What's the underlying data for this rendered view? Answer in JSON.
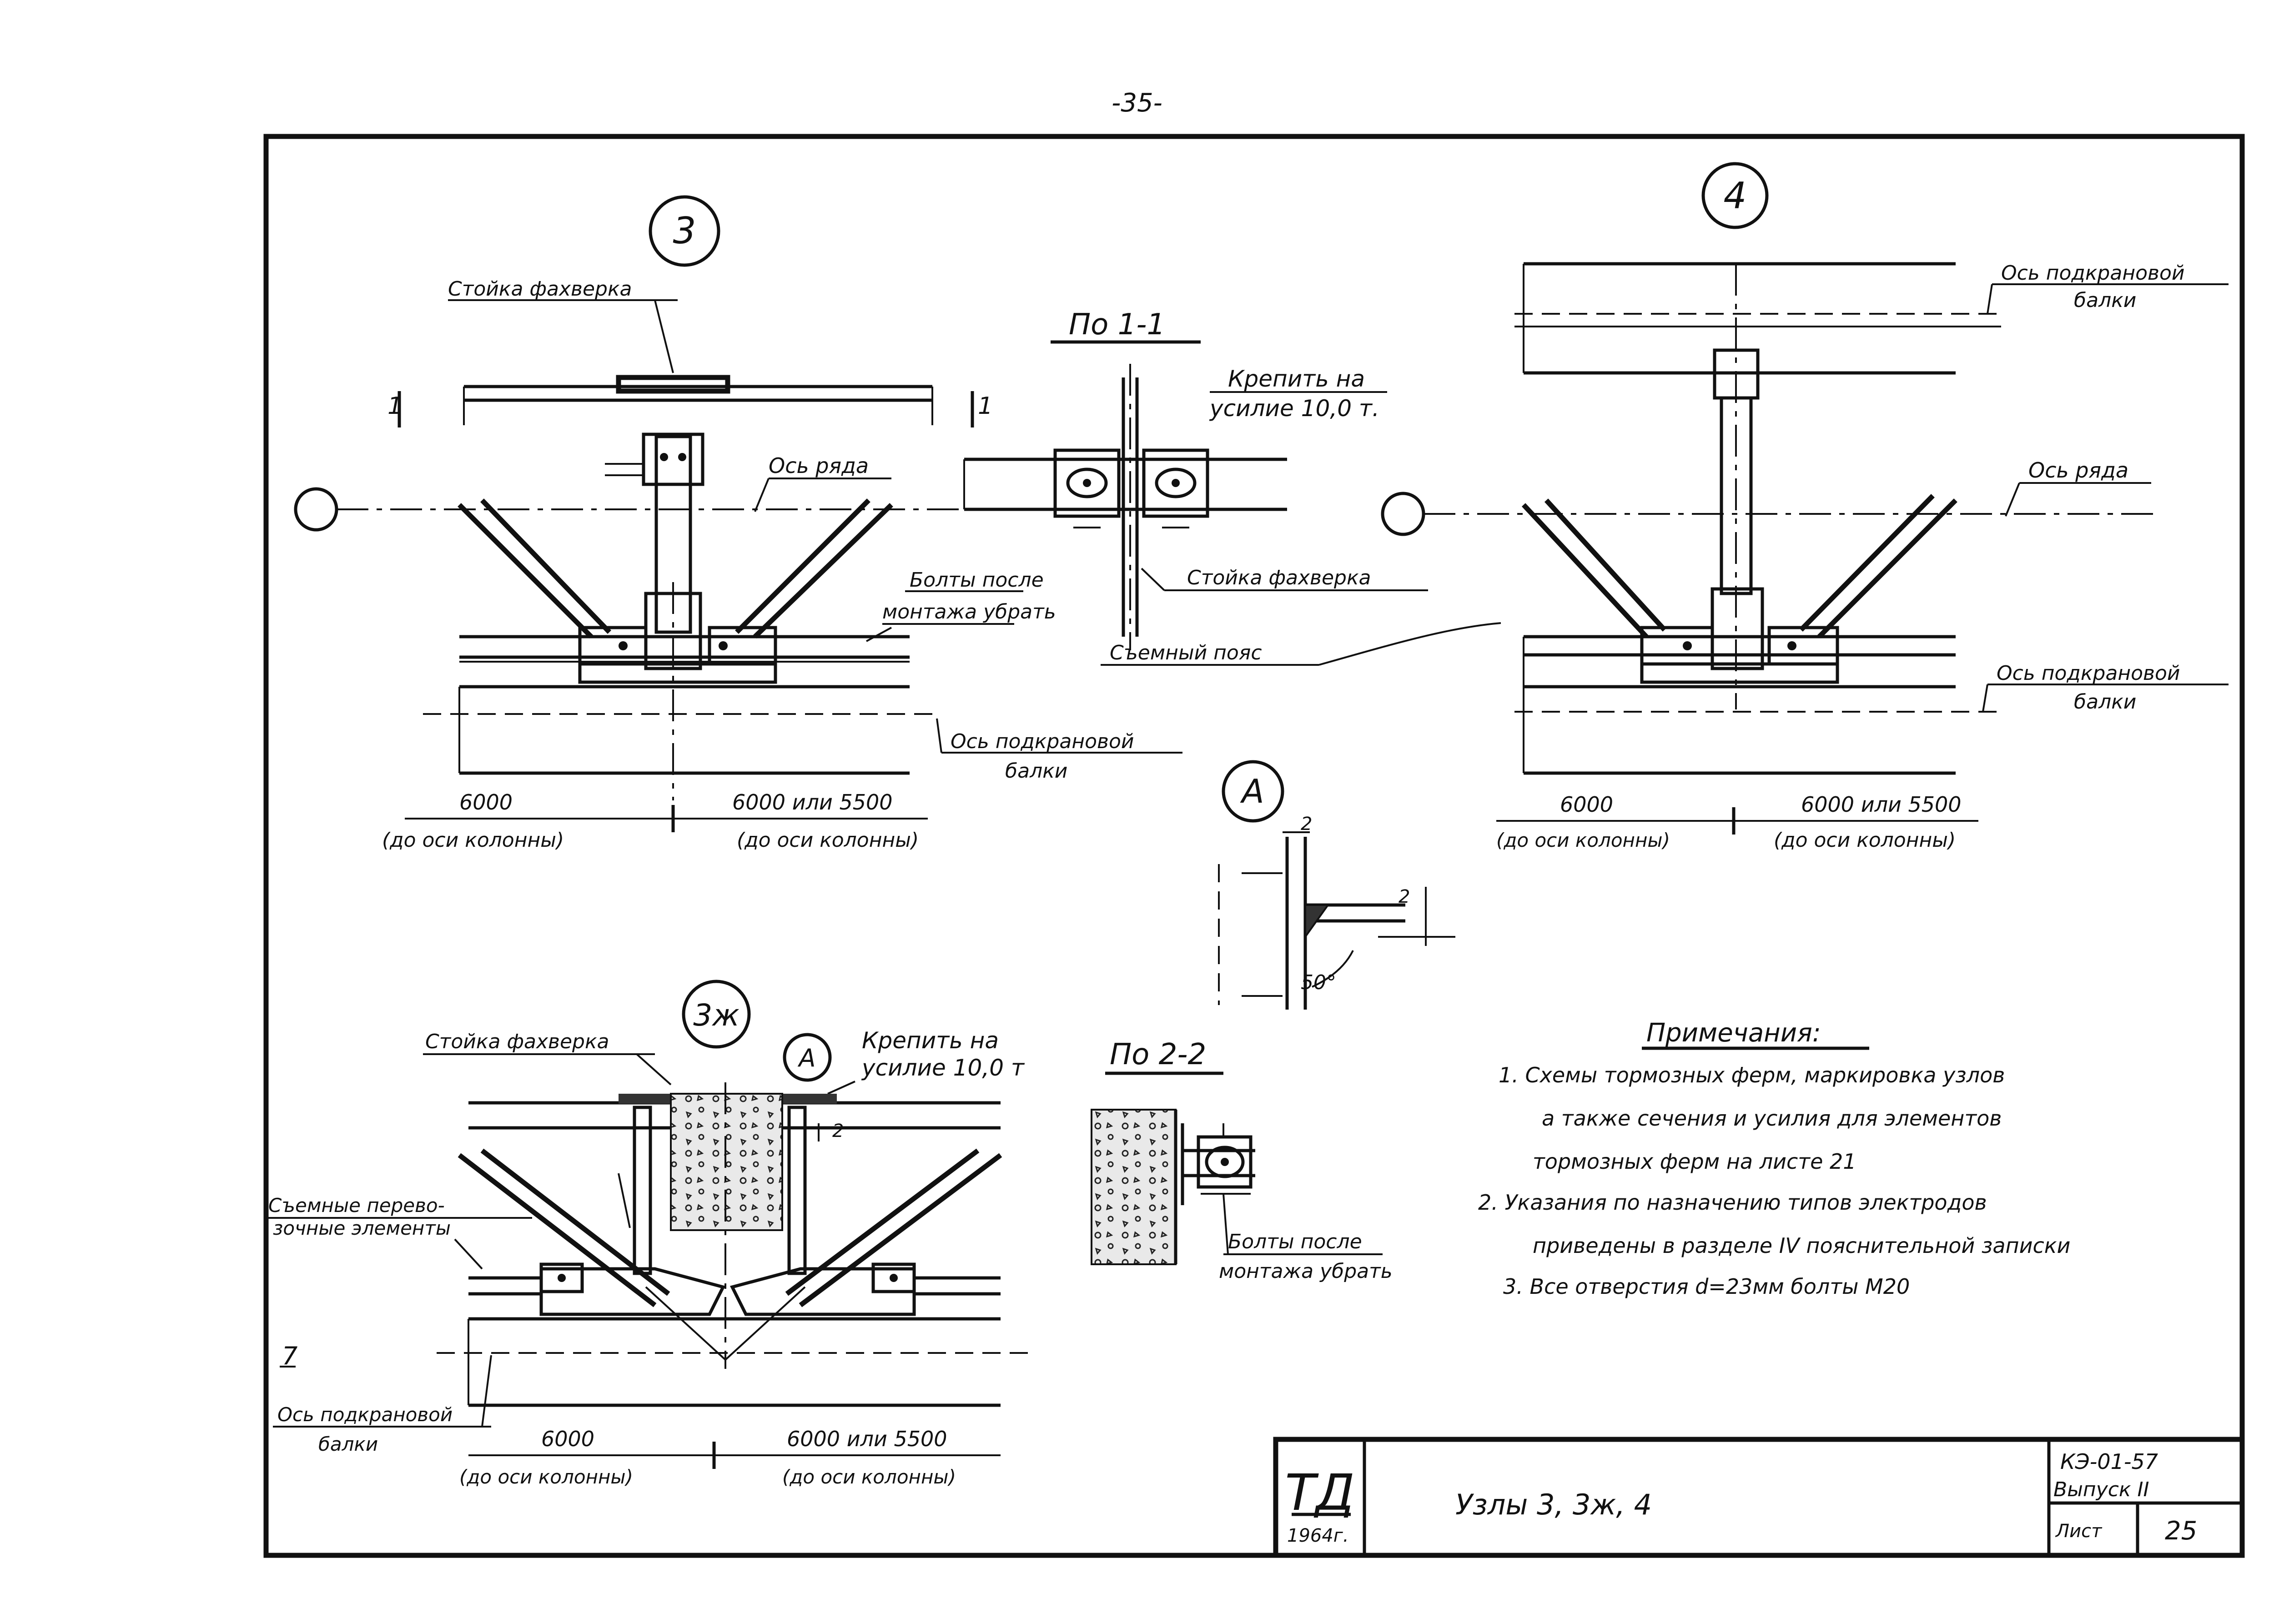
{
  "page_number": "-35-",
  "node3": {
    "marker": "3",
    "stoika": "Стойка фахверка",
    "section_mark": "1",
    "os_ryada": "Ось ряда",
    "bolty_1": "Болты после",
    "bolty_2": "монтажа убрать",
    "os_podkr_1": "Ось подкрановой",
    "os_podkr_2": "балки",
    "dim_left": "6000",
    "dim_right": "6000 или 5500",
    "dim_left_sub": "(до оси колонны)",
    "dim_right_sub": "(до оси колонны)"
  },
  "section11": {
    "title": "По 1-1",
    "krepit_1": "Крепить на",
    "krepit_2": "усилие 10,0 т.",
    "stoika": "Стойка фахверка",
    "semnyi": "Съемный пояс"
  },
  "node4": {
    "marker": "4",
    "os_podkr_top_1": "Ось подкрановой",
    "os_podkr_top_2": "балки",
    "os_ryada": "Ось ряда",
    "os_podkr_bot_1": "Ось подкрановой",
    "os_podkr_bot_2": "балки",
    "dim_left": "6000",
    "dim_right": "6000 или 5500",
    "dim_left_sub": "(до оси колонны)",
    "dim_right_sub": "(до оси колонны)"
  },
  "detailA": {
    "marker": "А",
    "dim_top": "2",
    "dim_side": "2",
    "angle": "50°"
  },
  "node3w": {
    "marker": "3ж",
    "marker_a": "А",
    "stoika": "Стойка фахверка",
    "krepit_1": "Крепить на",
    "krepit_2": "усилие 10,0 т",
    "gap": "2",
    "semnye_1": "Съемные перево-",
    "semnye_2": "зочные элементы",
    "mark_left": "7",
    "os_podkr_1": "Ось подкрановой",
    "os_podkr_2": "балки",
    "dim_left": "6000",
    "dim_right": "6000 или 5500",
    "dim_left_sub": "(до оси колонны)",
    "dim_right_sub": "(до оси колонны)"
  },
  "section22": {
    "title": "По 2-2",
    "bolty_1": "Болты после",
    "bolty_2": "монтажа убрать"
  },
  "notes": {
    "title": "Примечания:",
    "lines": [
      "1. Схемы тормозных ферм, маркировка узлов",
      "а также сечения и усилия для элементов",
      "тормозных ферм на листе 21",
      "2. Указания по назначению типов электродов",
      "приведены в разделе IV пояснительной записки",
      "3. Все отверстия d=23мм болты М20"
    ]
  },
  "title_block": {
    "td": "ТД",
    "year": "1964г.",
    "title": "Узлы 3, 3ж, 4",
    "code": "КЭ-01-57",
    "issue": "Выпуск II",
    "sheet_label": "Лист",
    "sheet_no": "25"
  }
}
